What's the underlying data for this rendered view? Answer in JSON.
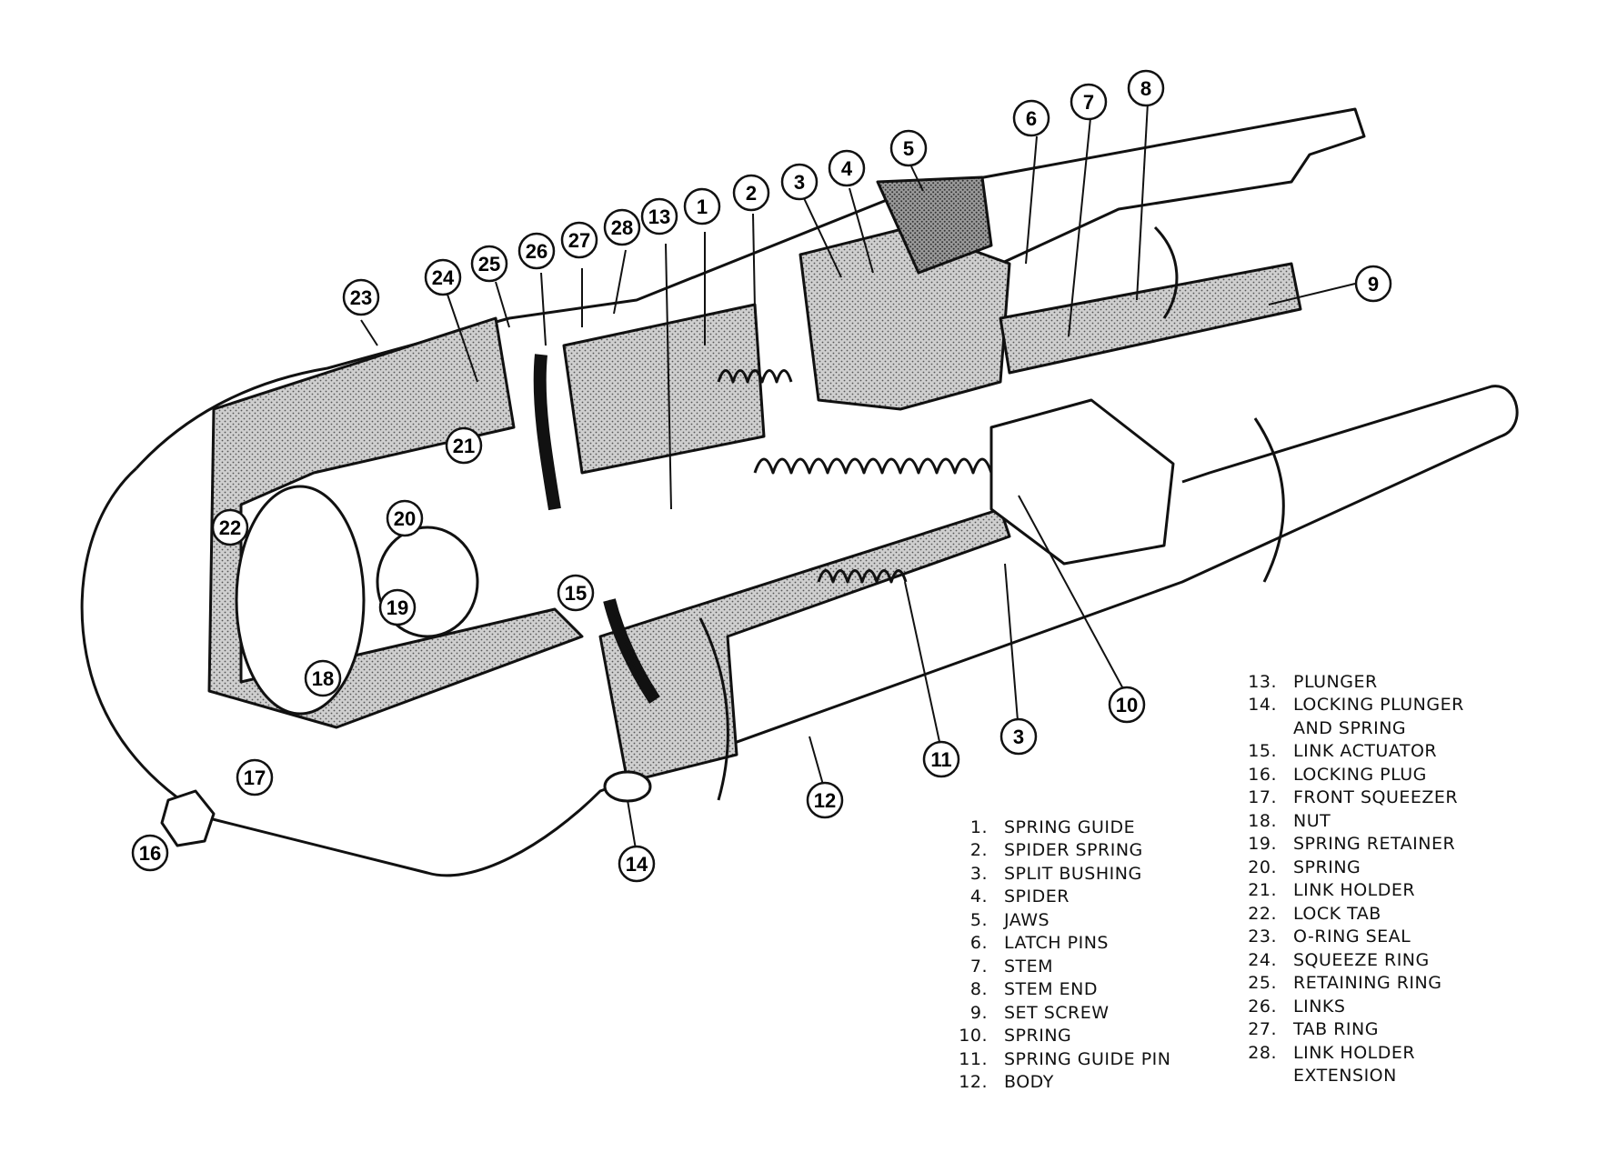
{
  "callouts": [
    "1",
    "2",
    "3",
    "4",
    "5",
    "6",
    "7",
    "8",
    "9",
    "10",
    "11",
    "12",
    "13",
    "14",
    "15",
    "16",
    "17",
    "18",
    "19",
    "20",
    "21",
    "22",
    "23",
    "24",
    "25",
    "26",
    "27",
    "28",
    "3"
  ],
  "legend_left": [
    {
      "num": "1.",
      "label": "SPRING GUIDE"
    },
    {
      "num": "2.",
      "label": "SPIDER SPRING"
    },
    {
      "num": "3.",
      "label": "SPLIT BUSHING"
    },
    {
      "num": "4.",
      "label": "SPIDER"
    },
    {
      "num": "5.",
      "label": "JAWS"
    },
    {
      "num": "6.",
      "label": "LATCH PINS"
    },
    {
      "num": "7.",
      "label": "STEM"
    },
    {
      "num": "8.",
      "label": "STEM END"
    },
    {
      "num": "9.",
      "label": "SET SCREW"
    },
    {
      "num": "10.",
      "label": "SPRING"
    },
    {
      "num": "11.",
      "label": "SPRING GUIDE PIN"
    },
    {
      "num": "12.",
      "label": "BODY"
    }
  ],
  "legend_right": [
    {
      "num": "13.",
      "label": "PLUNGER"
    },
    {
      "num": "14.",
      "label": "LOCKING PLUNGER"
    },
    {
      "num": "",
      "label": "AND SPRING"
    },
    {
      "num": "15.",
      "label": "LINK ACTUATOR"
    },
    {
      "num": "16.",
      "label": "LOCKING PLUG"
    },
    {
      "num": "17.",
      "label": "FRONT SQUEEZER"
    },
    {
      "num": "18.",
      "label": "NUT"
    },
    {
      "num": "19.",
      "label": "SPRING RETAINER"
    },
    {
      "num": "20.",
      "label": "SPRING"
    },
    {
      "num": "21.",
      "label": "LINK HOLDER"
    },
    {
      "num": "22.",
      "label": "LOCK TAB"
    },
    {
      "num": "23.",
      "label": " O-RING SEAL"
    },
    {
      "num": "24.",
      "label": "SQUEEZE RING"
    },
    {
      "num": "25.",
      "label": "RETAINING RING"
    },
    {
      "num": "26.",
      "label": "LINKS"
    },
    {
      "num": "27.",
      "label": "TAB RING"
    },
    {
      "num": "28.",
      "label": "LINK HOLDER"
    },
    {
      "num": "",
      "label": "EXTENSION"
    }
  ]
}
